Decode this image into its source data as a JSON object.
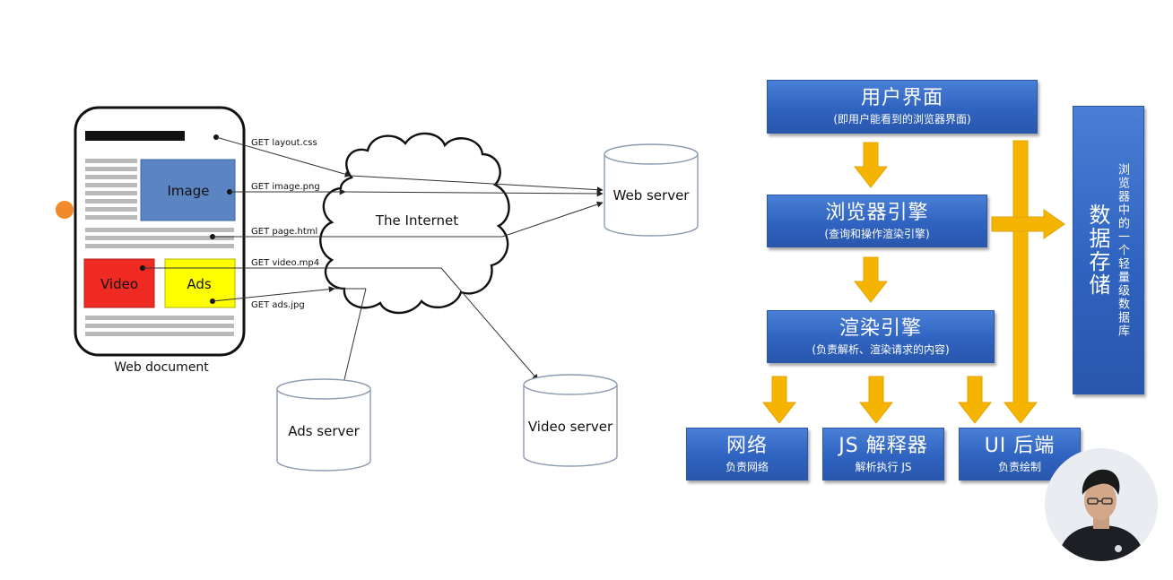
{
  "network": {
    "document_label": "Web document",
    "image_label": "Image",
    "video_label": "Video",
    "ads_label": "Ads",
    "internet_label": "The Internet",
    "requests": {
      "layout": "GET layout.css",
      "image": "GET image.png",
      "page": "GET page.html",
      "video": "GET video.mp4",
      "ads": "GET ads.jpg"
    },
    "servers": {
      "web": "Web server",
      "ads": "Ads server",
      "video": "Video server"
    }
  },
  "browser": {
    "ui": {
      "title": "用户界面",
      "subtitle": "(即用户能看到的浏览器界面)"
    },
    "engine": {
      "title": "浏览器引擎",
      "subtitle": "(查询和操作渲染引擎)"
    },
    "render": {
      "title": "渲染引擎",
      "subtitle": "(负责解析、渲染请求的内容)"
    },
    "network": {
      "title": "网络",
      "subtitle": "负责网络"
    },
    "js": {
      "title": "JS 解释器",
      "subtitle": "解析执行 JS"
    },
    "ui_backend": {
      "title": "UI 后端",
      "subtitle": "负责绘制"
    },
    "storage": {
      "title": "数据存储",
      "subtitle": "浏览器中的一个轻量级数据库"
    }
  },
  "colors": {
    "box_blue": "#2f63c0",
    "arrow_yellow": "#f5b400",
    "image_block": "#5b84c2",
    "video_block": "#ee2a22",
    "ads_block": "#ffff00"
  }
}
